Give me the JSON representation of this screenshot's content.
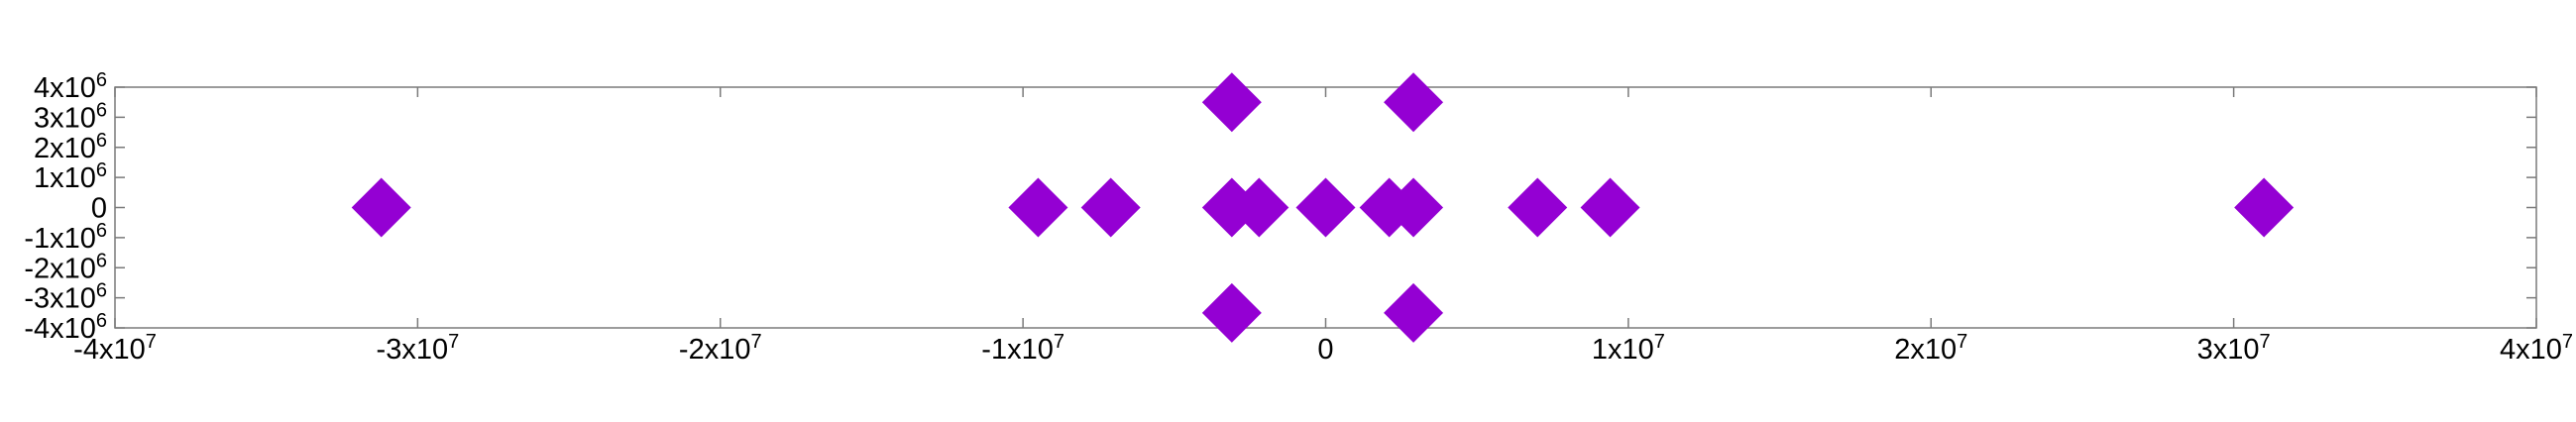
{
  "chart_data": {
    "type": "scatter",
    "marker": "diamond",
    "color": "#9400d3",
    "xlim": [
      -40000000,
      40000000
    ],
    "ylim": [
      -4000000,
      4000000
    ],
    "x_ticks": [
      {
        "value": -40000000,
        "base": "-4x10",
        "exp": "7"
      },
      {
        "value": -30000000,
        "base": "-3x10",
        "exp": "7"
      },
      {
        "value": -20000000,
        "base": "-2x10",
        "exp": "7"
      },
      {
        "value": -10000000,
        "base": "-1x10",
        "exp": "7"
      },
      {
        "value": 0,
        "base": "0",
        "exp": ""
      },
      {
        "value": 10000000,
        "base": "1x10",
        "exp": "7"
      },
      {
        "value": 20000000,
        "base": "2x10",
        "exp": "7"
      },
      {
        "value": 30000000,
        "base": "3x10",
        "exp": "7"
      },
      {
        "value": 40000000,
        "base": "4x10",
        "exp": "7"
      }
    ],
    "y_ticks": [
      {
        "value": 4000000,
        "base": "4x10",
        "exp": "6"
      },
      {
        "value": 3000000,
        "base": "3x10",
        "exp": "6"
      },
      {
        "value": 2000000,
        "base": "2x10",
        "exp": "6"
      },
      {
        "value": 1000000,
        "base": "1x10",
        "exp": "6"
      },
      {
        "value": 0,
        "base": "0",
        "exp": ""
      },
      {
        "value": -1000000,
        "base": "-1x10",
        "exp": "6"
      },
      {
        "value": -2000000,
        "base": "-2x10",
        "exp": "6"
      },
      {
        "value": -3000000,
        "base": "-3x10",
        "exp": "6"
      },
      {
        "value": -4000000,
        "base": "-4x10",
        "exp": "6"
      }
    ],
    "grid": false,
    "points": [
      {
        "x": -31200000,
        "y": 0
      },
      {
        "x": -9500000,
        "y": 0
      },
      {
        "x": -7100000,
        "y": 0
      },
      {
        "x": -3100000,
        "y": 0
      },
      {
        "x": -2200000,
        "y": 0
      },
      {
        "x": 0,
        "y": 0
      },
      {
        "x": 2100000,
        "y": 0
      },
      {
        "x": 2900000,
        "y": 0
      },
      {
        "x": 7000000,
        "y": 0
      },
      {
        "x": 9400000,
        "y": 0
      },
      {
        "x": 31000000,
        "y": 0
      },
      {
        "x": -3100000,
        "y": 3500000
      },
      {
        "x": 2900000,
        "y": 3500000
      },
      {
        "x": -3100000,
        "y": -3500000
      },
      {
        "x": 2900000,
        "y": -3500000
      }
    ]
  }
}
